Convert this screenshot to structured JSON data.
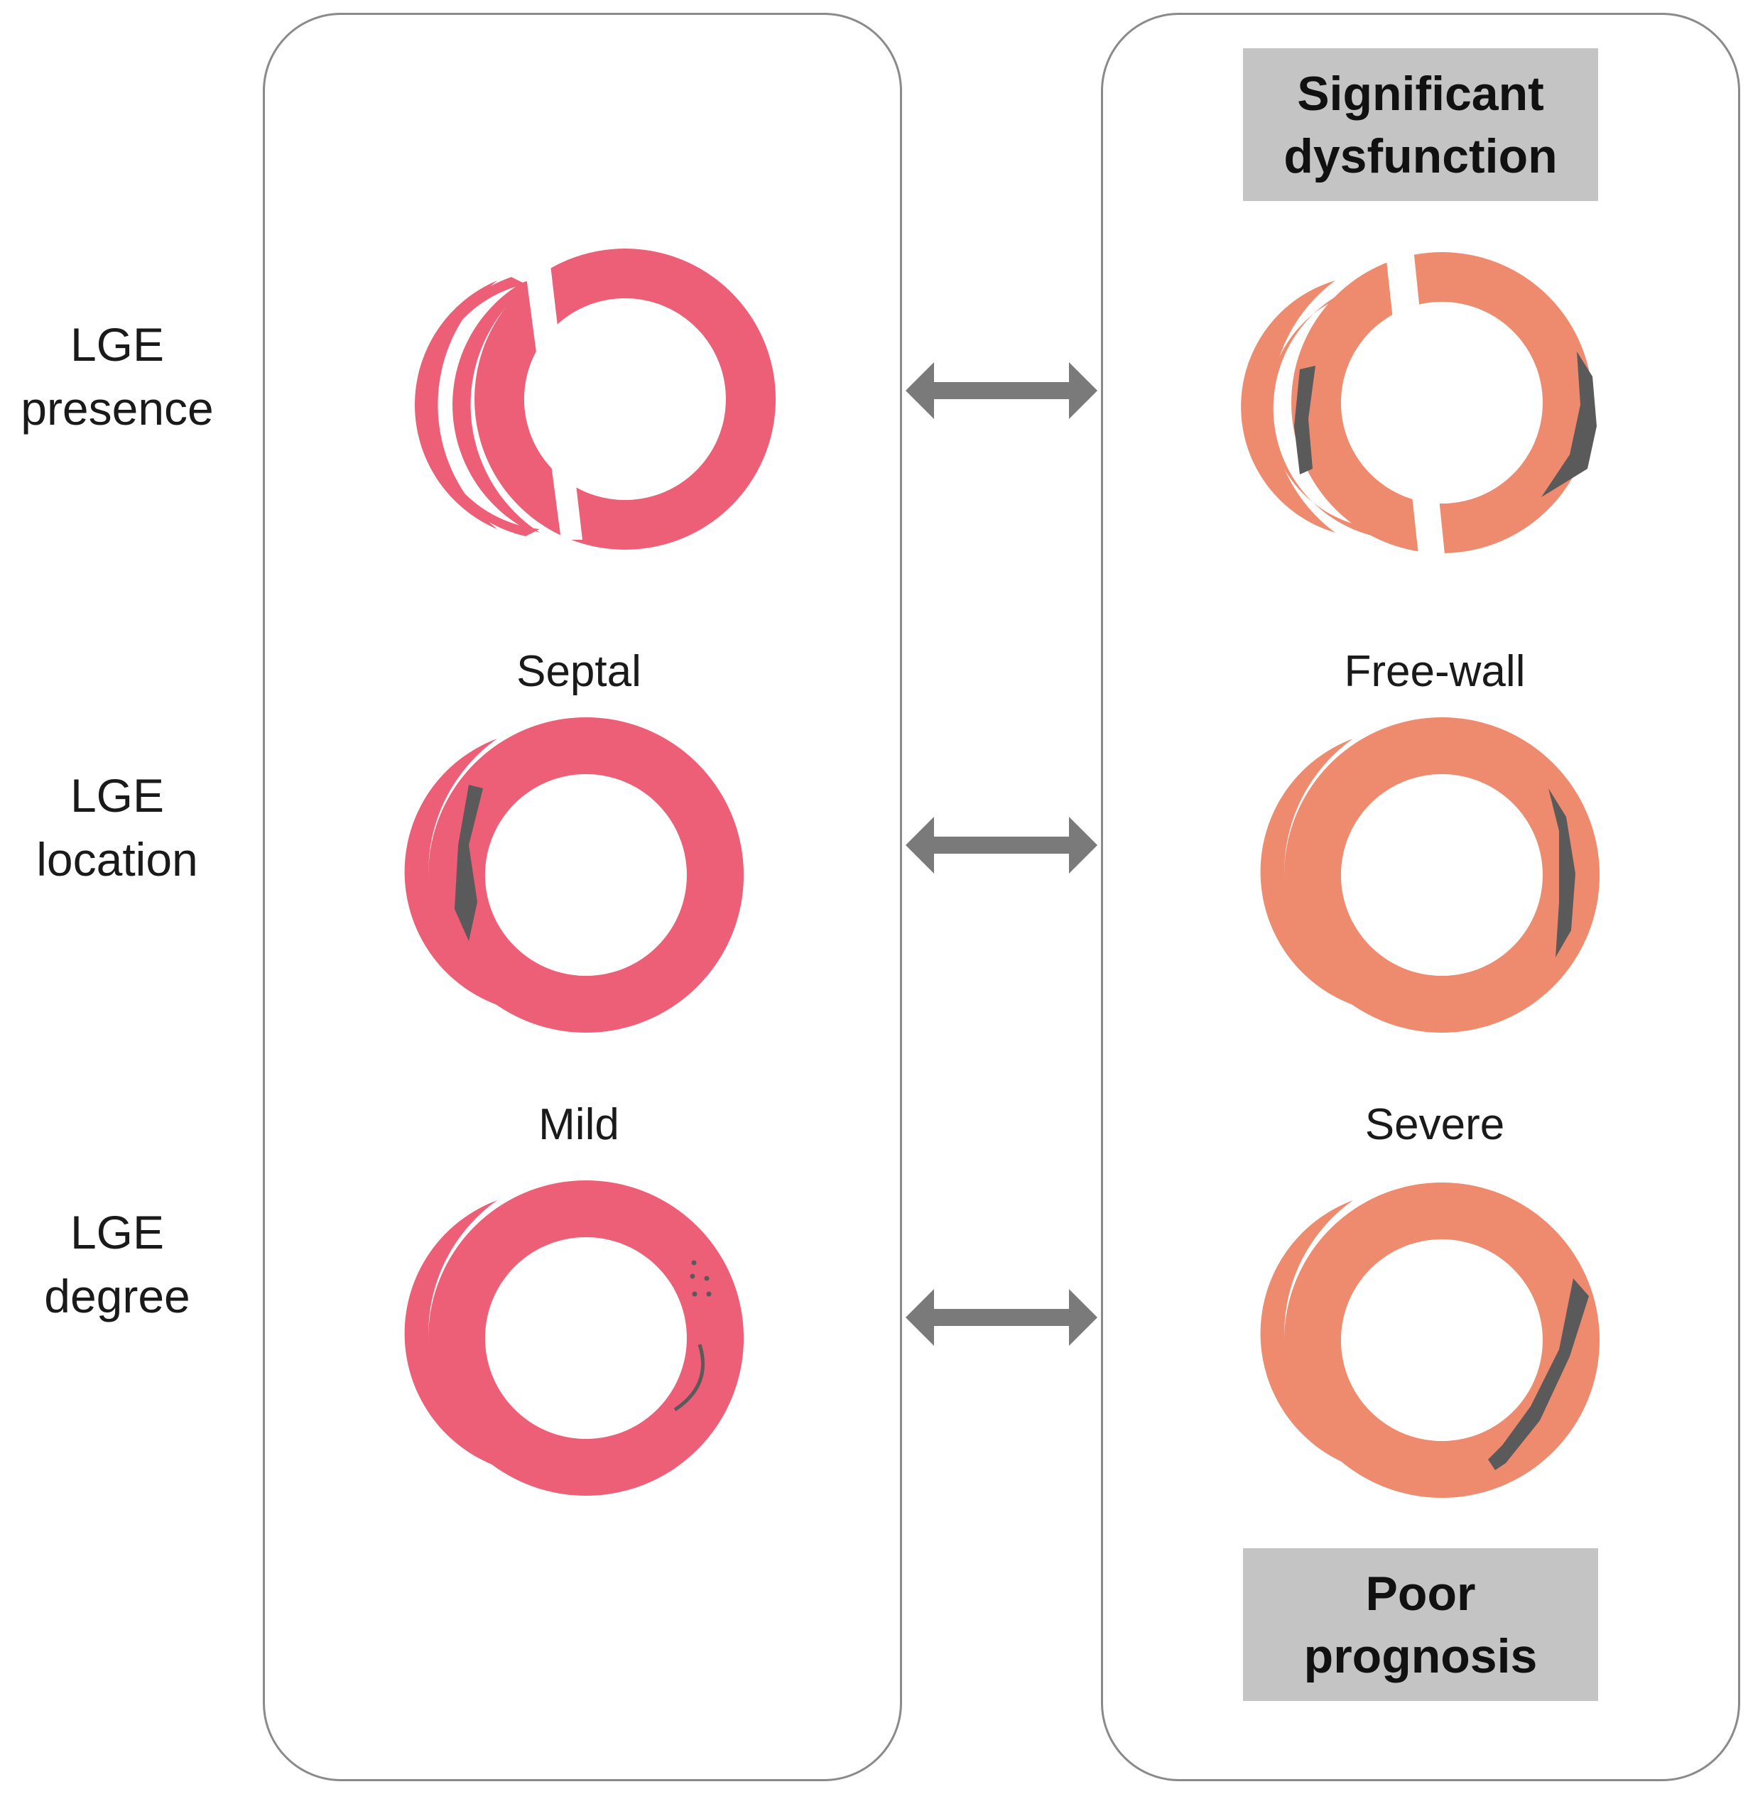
{
  "rows": [
    {
      "label_line1": "LGE",
      "label_line2": "presence"
    },
    {
      "label_line1": "LGE",
      "label_line2": "location"
    },
    {
      "label_line1": "LGE",
      "label_line2": "degree"
    }
  ],
  "left_sublabels": {
    "location": "Septal",
    "degree": "Mild"
  },
  "right_sublabels": {
    "location": "Free-wall",
    "degree": "Severe"
  },
  "outcomes": {
    "top": {
      "line1": "Significant",
      "line2": "dysfunction"
    },
    "bottom": {
      "line1": "Poor",
      "line2": "prognosis"
    }
  },
  "colors": {
    "left_myocardium": "#ec5f76",
    "right_myocardium": "#ee8a6e",
    "scar": "#5a5a5a",
    "arrow": "#7a7a7a",
    "panel_border": "#8a8a8a",
    "outcome_box": "#c4c4c4"
  }
}
